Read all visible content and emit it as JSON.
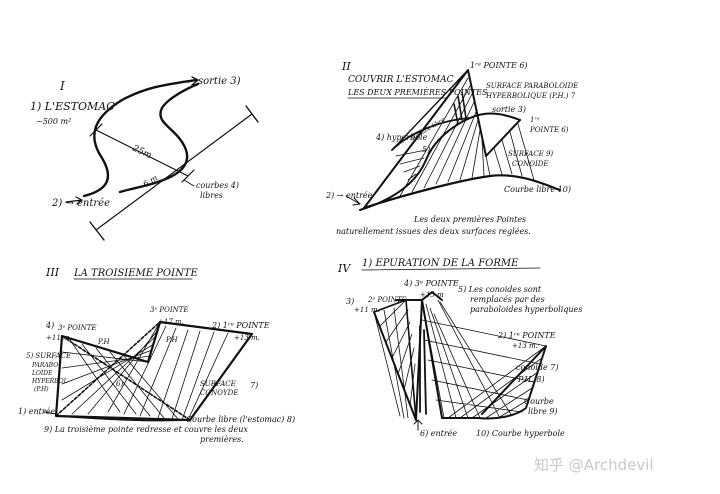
{
  "panels": {
    "p1": {
      "numeral": "I",
      "title": "1) L'ESTOMAC",
      "area": "~500 m²",
      "exit": "sortie 3)",
      "entry": "2) → entrée",
      "dim_long": "25m",
      "dim_short": "6 m",
      "curve_label_1": "courbes 4)",
      "curve_label_2": "libres"
    },
    "p2": {
      "numeral": "II",
      "title_1": "COUVRIR L'ESTOMAC",
      "title_2": "LES DEUX PREMIÈRES POINTES",
      "point_1": "1ʳᵉ POINTE 6)",
      "hyper_1": "SURFACE PARABOLOIDE",
      "hyper_2": "HYPERBOLIQUE (P.H.) 7",
      "exit": "sortie 3)",
      "point_2_a": "1ʳᵉ",
      "point_2_b": "POINTE 6)",
      "hyperbole": "4) hyperbole",
      "surface_libre": "surface libre",
      "num_5": "5)",
      "conoide_1": "SURFACE 9)",
      "conoide_2": "CONOIDE",
      "curve": "Courbe libre 10)",
      "entry": "2) → entrée",
      "note_1": "Les deux premières Pointes",
      "note_2": "naturellement issues des deux surfaces reglées."
    },
    "p3": {
      "numeral": "III",
      "title": "LA TROISIEME POINTE",
      "point_3": "3ᵉ POINTE",
      "point_3_h": "+17 m.",
      "point_1": "2) 1ʳᵉ POINTE",
      "point_1_h": "+13 m.",
      "left_point": "3ᵉ POINTE",
      "left_num": "4)",
      "left_h": "+11 m.",
      "ph_1": "P.H",
      "ph_2": "P.H",
      "parab_1": "5) SURFACE",
      "parab_2": "PARABO-",
      "parab_3": "LOIDE",
      "parab_4": "HYPERBOL",
      "parab_5": "(P.H)",
      "num_6": "6)",
      "conoide_1": "SURFACE",
      "conoide_2": "CONOYDE",
      "num_7": "7)",
      "entry": "1) entrée",
      "curve": "Courbe libre (l'estomac) 8)",
      "note_1": "9) La troisième pointe redresse et couvre les deux",
      "note_2": "premières."
    },
    "p4": {
      "numeral": "IV",
      "title": "1) EPURATION DE LA FORME",
      "point_3": "4) 3ᵉ POINTE",
      "point_3_h": "+15 m",
      "note_1": "5) Les conoides sont",
      "note_2": "remplacés par des",
      "note_3": "paraboloides hyperboliques",
      "left_num": "3)",
      "left_point": "2ᵉ POINTE",
      "left_h": "+11 m.",
      "point_1": "2) 1ʳᵉ POINTE",
      "point_1_h": "+13 m.",
      "conoide_1": "conoide 7)",
      "conoide_2": "P.H. 8)",
      "courbe_1": "Courbe",
      "courbe_2": "libre 9)",
      "entry": "6) entrée",
      "curve": "10) Courbe hyperbole"
    }
  },
  "watermark": "知乎 @Archdevil"
}
